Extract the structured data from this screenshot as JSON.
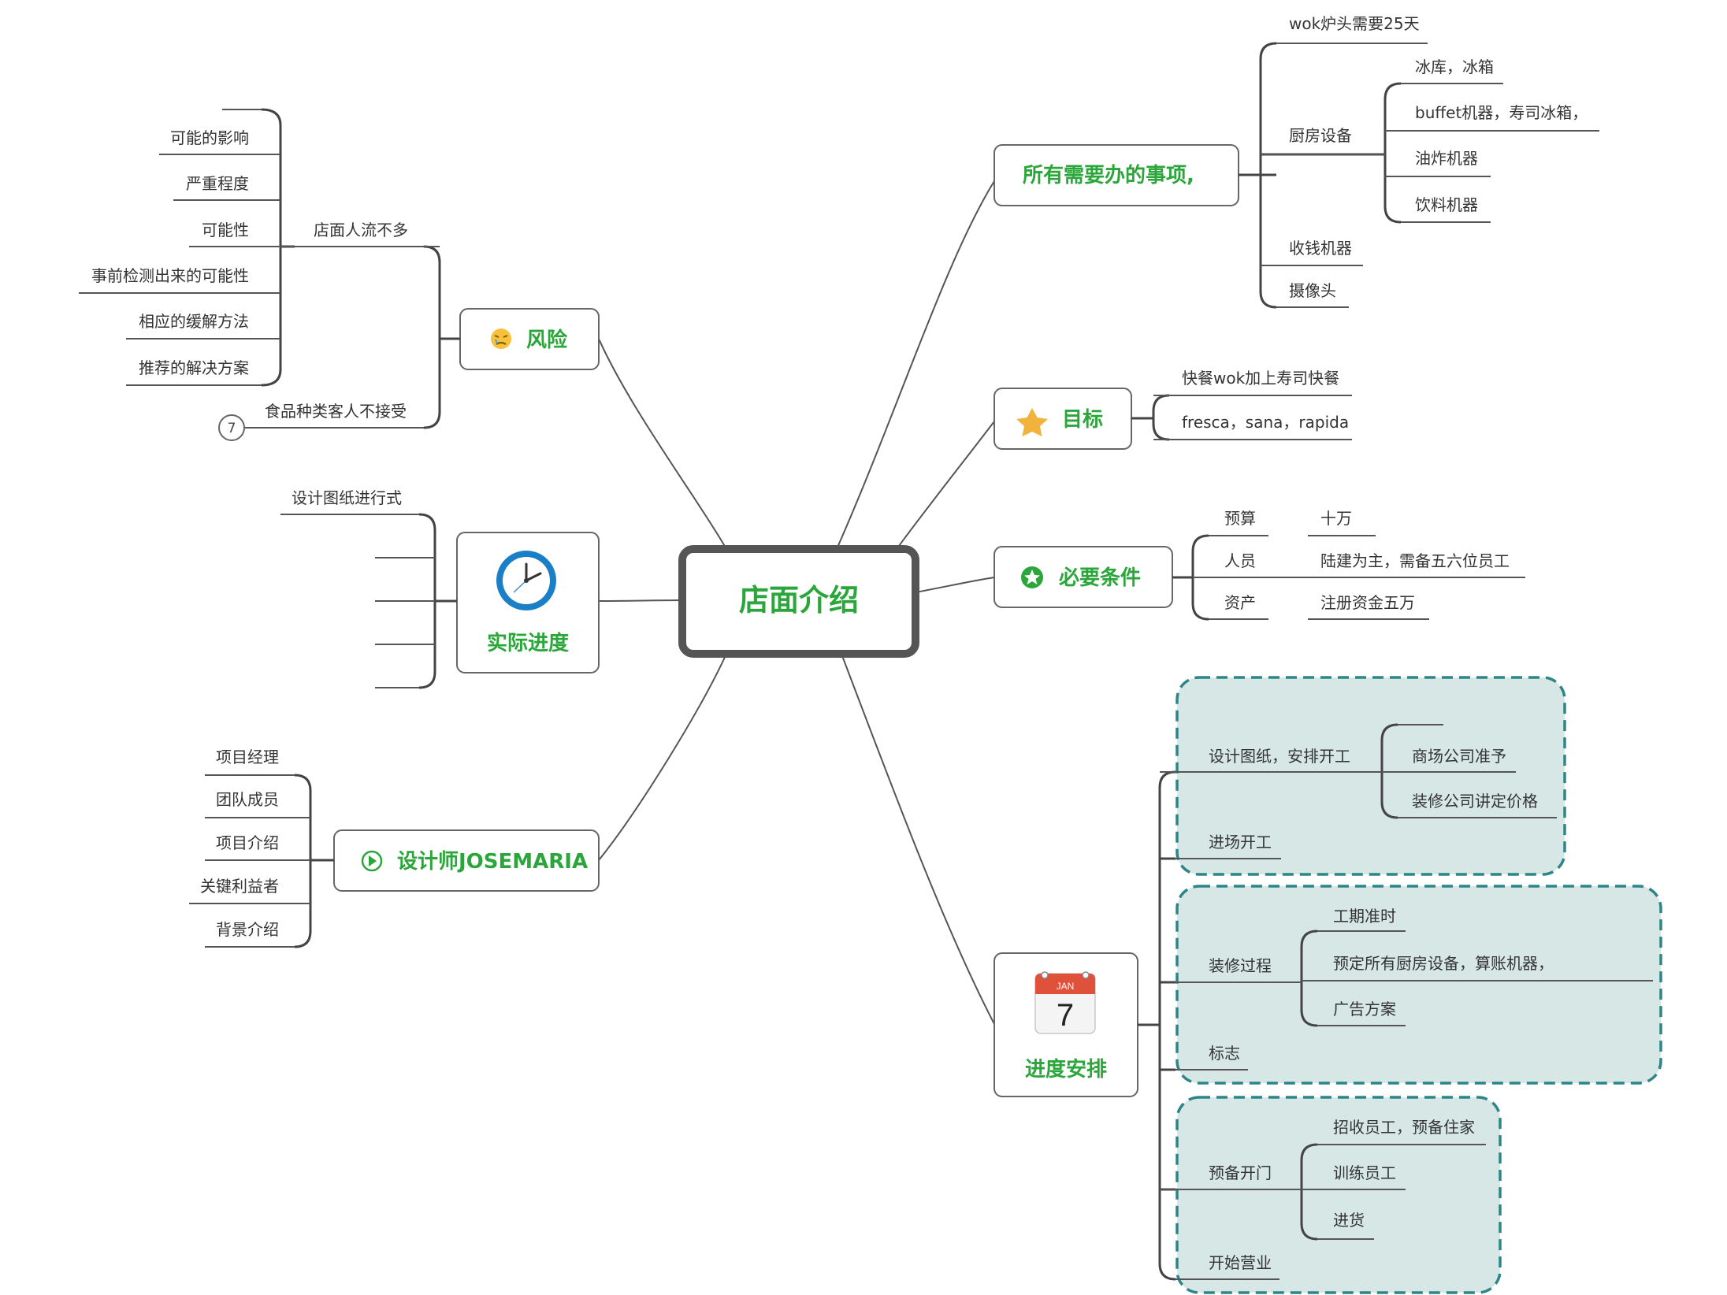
{
  "root": {
    "label": "店面介绍"
  },
  "branches": {
    "todo": {
      "label": "所有需要办的事项,",
      "items": {
        "wok": "wok炉头需要25天",
        "kitchen": "厨房设备",
        "kitchen_items": [
          "冰库，冰箱",
          "buffet机器，寿司冰箱，",
          "油炸机器",
          "饮料机器"
        ],
        "register": "收钱机器",
        "camera": "摄像头"
      }
    },
    "goal": {
      "label": "目标",
      "icon": "star-icon",
      "items": [
        "快餐wok加上寿司快餐",
        "fresca，sana，rapida"
      ]
    },
    "requirements": {
      "label": "必要条件",
      "icon": "star-circle-icon",
      "rows": [
        {
          "key": "预算",
          "value": "十万"
        },
        {
          "key": "人员",
          "value": "陆建为主，需备五六位员工"
        },
        {
          "key": "资产",
          "value": "注册资金五万"
        }
      ]
    },
    "schedule": {
      "label": "进度安排",
      "icon": "calendar-icon",
      "calendar_month": "JAN",
      "calendar_day": "7",
      "groups": [
        {
          "label": "设计图纸，安排开工",
          "children": [
            "商场公司准予",
            "装修公司讲定价格"
          ],
          "next": "进场开工"
        },
        {
          "label": "装修过程",
          "children": [
            "工期准时",
            "预定所有厨房设备，算账机器，",
            "广告方案"
          ],
          "next": "标志"
        },
        {
          "label": "预备开门",
          "children": [
            "招收员工，预备住家",
            "训练员工",
            "进货"
          ],
          "next": "开始营业"
        }
      ]
    },
    "risk": {
      "label": "风险",
      "icon": "worried-face-icon",
      "sub1": "店面人流不多",
      "sub1_items": [
        "可能的影响",
        "严重程度",
        "可能性",
        "事前检测出来的可能性",
        "相应的缓解方法",
        "推荐的解决方案"
      ],
      "sub2": "食品种类客人不接受",
      "sub2_badge": "7"
    },
    "progress": {
      "label": "实际进度",
      "icon": "clock-icon",
      "items": [
        "设计图纸进行式"
      ]
    },
    "designer": {
      "label": "设计师JOSEMARIA",
      "icon": "play-circle-icon",
      "items": [
        "项目经理",
        "团队成员",
        "项目介绍",
        "关键利益者",
        "背景介绍"
      ]
    }
  },
  "colors": {
    "topic_text": "#2aa63a",
    "boundary_fill": "#d6e7e6",
    "boundary_stroke": "#2d8587"
  }
}
